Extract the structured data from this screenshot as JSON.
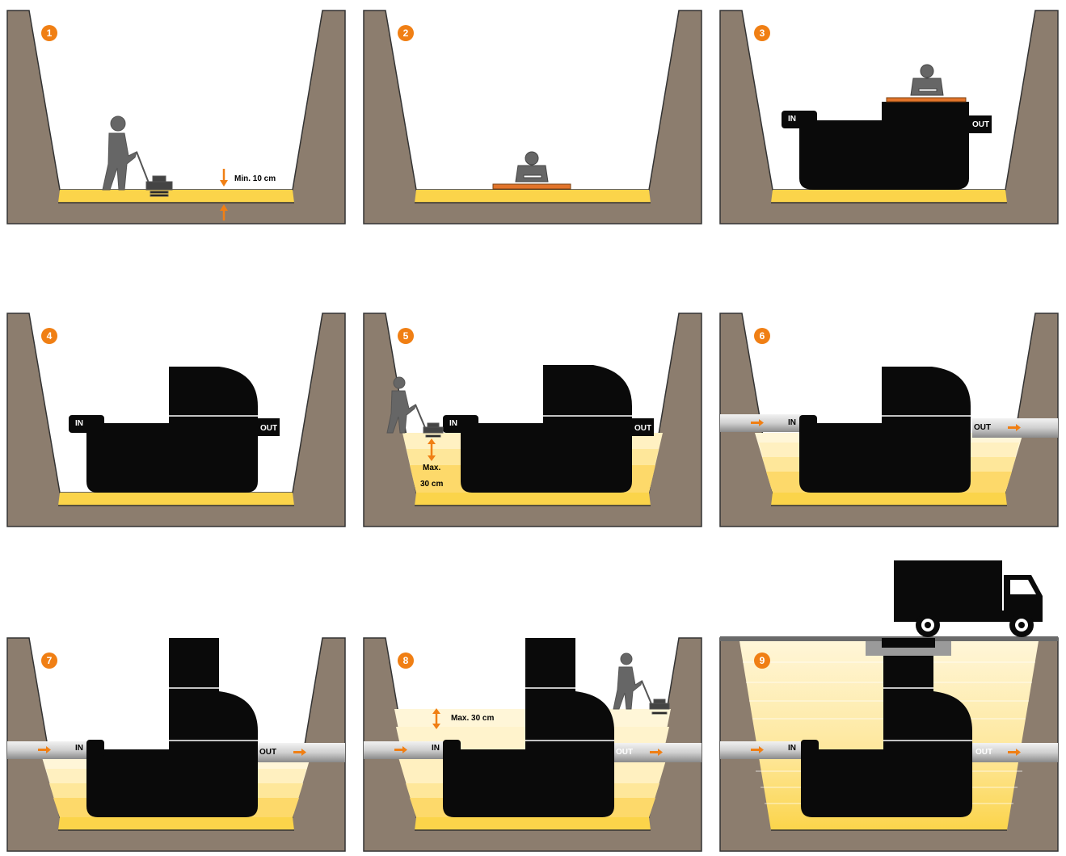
{
  "panels": [
    {
      "step": "1",
      "note": "Min. 10 cm"
    },
    {
      "step": "2"
    },
    {
      "step": "3",
      "in": "IN",
      "out": "OUT"
    },
    {
      "step": "4",
      "in": "IN",
      "out": "OUT"
    },
    {
      "step": "5",
      "in": "IN",
      "out": "OUT",
      "note_a": "Max.",
      "note_b": "30 cm"
    },
    {
      "step": "6",
      "in": "IN",
      "out": "OUT"
    },
    {
      "step": "7",
      "in": "IN",
      "out": "OUT"
    },
    {
      "step": "8",
      "in": "IN",
      "out": "OUT",
      "note": "Max. 30 cm"
    },
    {
      "step": "9",
      "in": "IN",
      "out": "OUT"
    }
  ],
  "colors": {
    "soil": "#8c7d6e",
    "sand": "#fbd44a",
    "sand_light": "#fff4cf",
    "accent": "#f07f14",
    "tank": "#0a0a0a",
    "pipe": "#dcdcdc"
  }
}
